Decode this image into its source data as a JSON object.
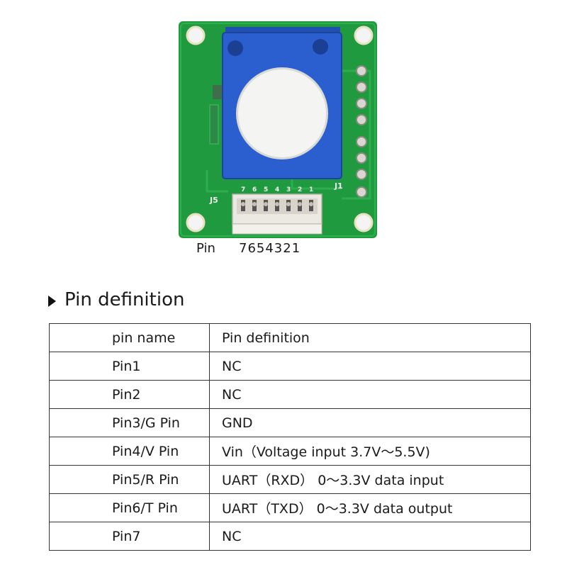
{
  "board": {
    "connector_label": "J5",
    "header_label": "J1",
    "connector_pin_numbers": [
      "7",
      "6",
      "5",
      "4",
      "3",
      "2",
      "1"
    ]
  },
  "caption": {
    "pin_word": "Pin",
    "pin_numbers": "7654321"
  },
  "heading": {
    "title": "Pin definition"
  },
  "table": {
    "headers": [
      "pin name",
      "Pin definition"
    ],
    "rows": [
      [
        "Pin1",
        "NC"
      ],
      [
        "Pin2",
        "NC"
      ],
      [
        "Pin3/G Pin",
        "GND"
      ],
      [
        "Pin4/V Pin",
        "Vin（Voltage input 3.7V～5.5V)"
      ],
      [
        "Pin5/R Pin",
        "UART（RXD） 0～3.3V data input"
      ],
      [
        "Pin6/T Pin",
        "UART（TXD） 0～3.3V data output"
      ],
      [
        "Pin7",
        "NC"
      ]
    ]
  },
  "colors": {
    "pcb": "#1f9a3e",
    "sensor": "#2b5ecf",
    "sensor_window": "#f4f4f2"
  }
}
